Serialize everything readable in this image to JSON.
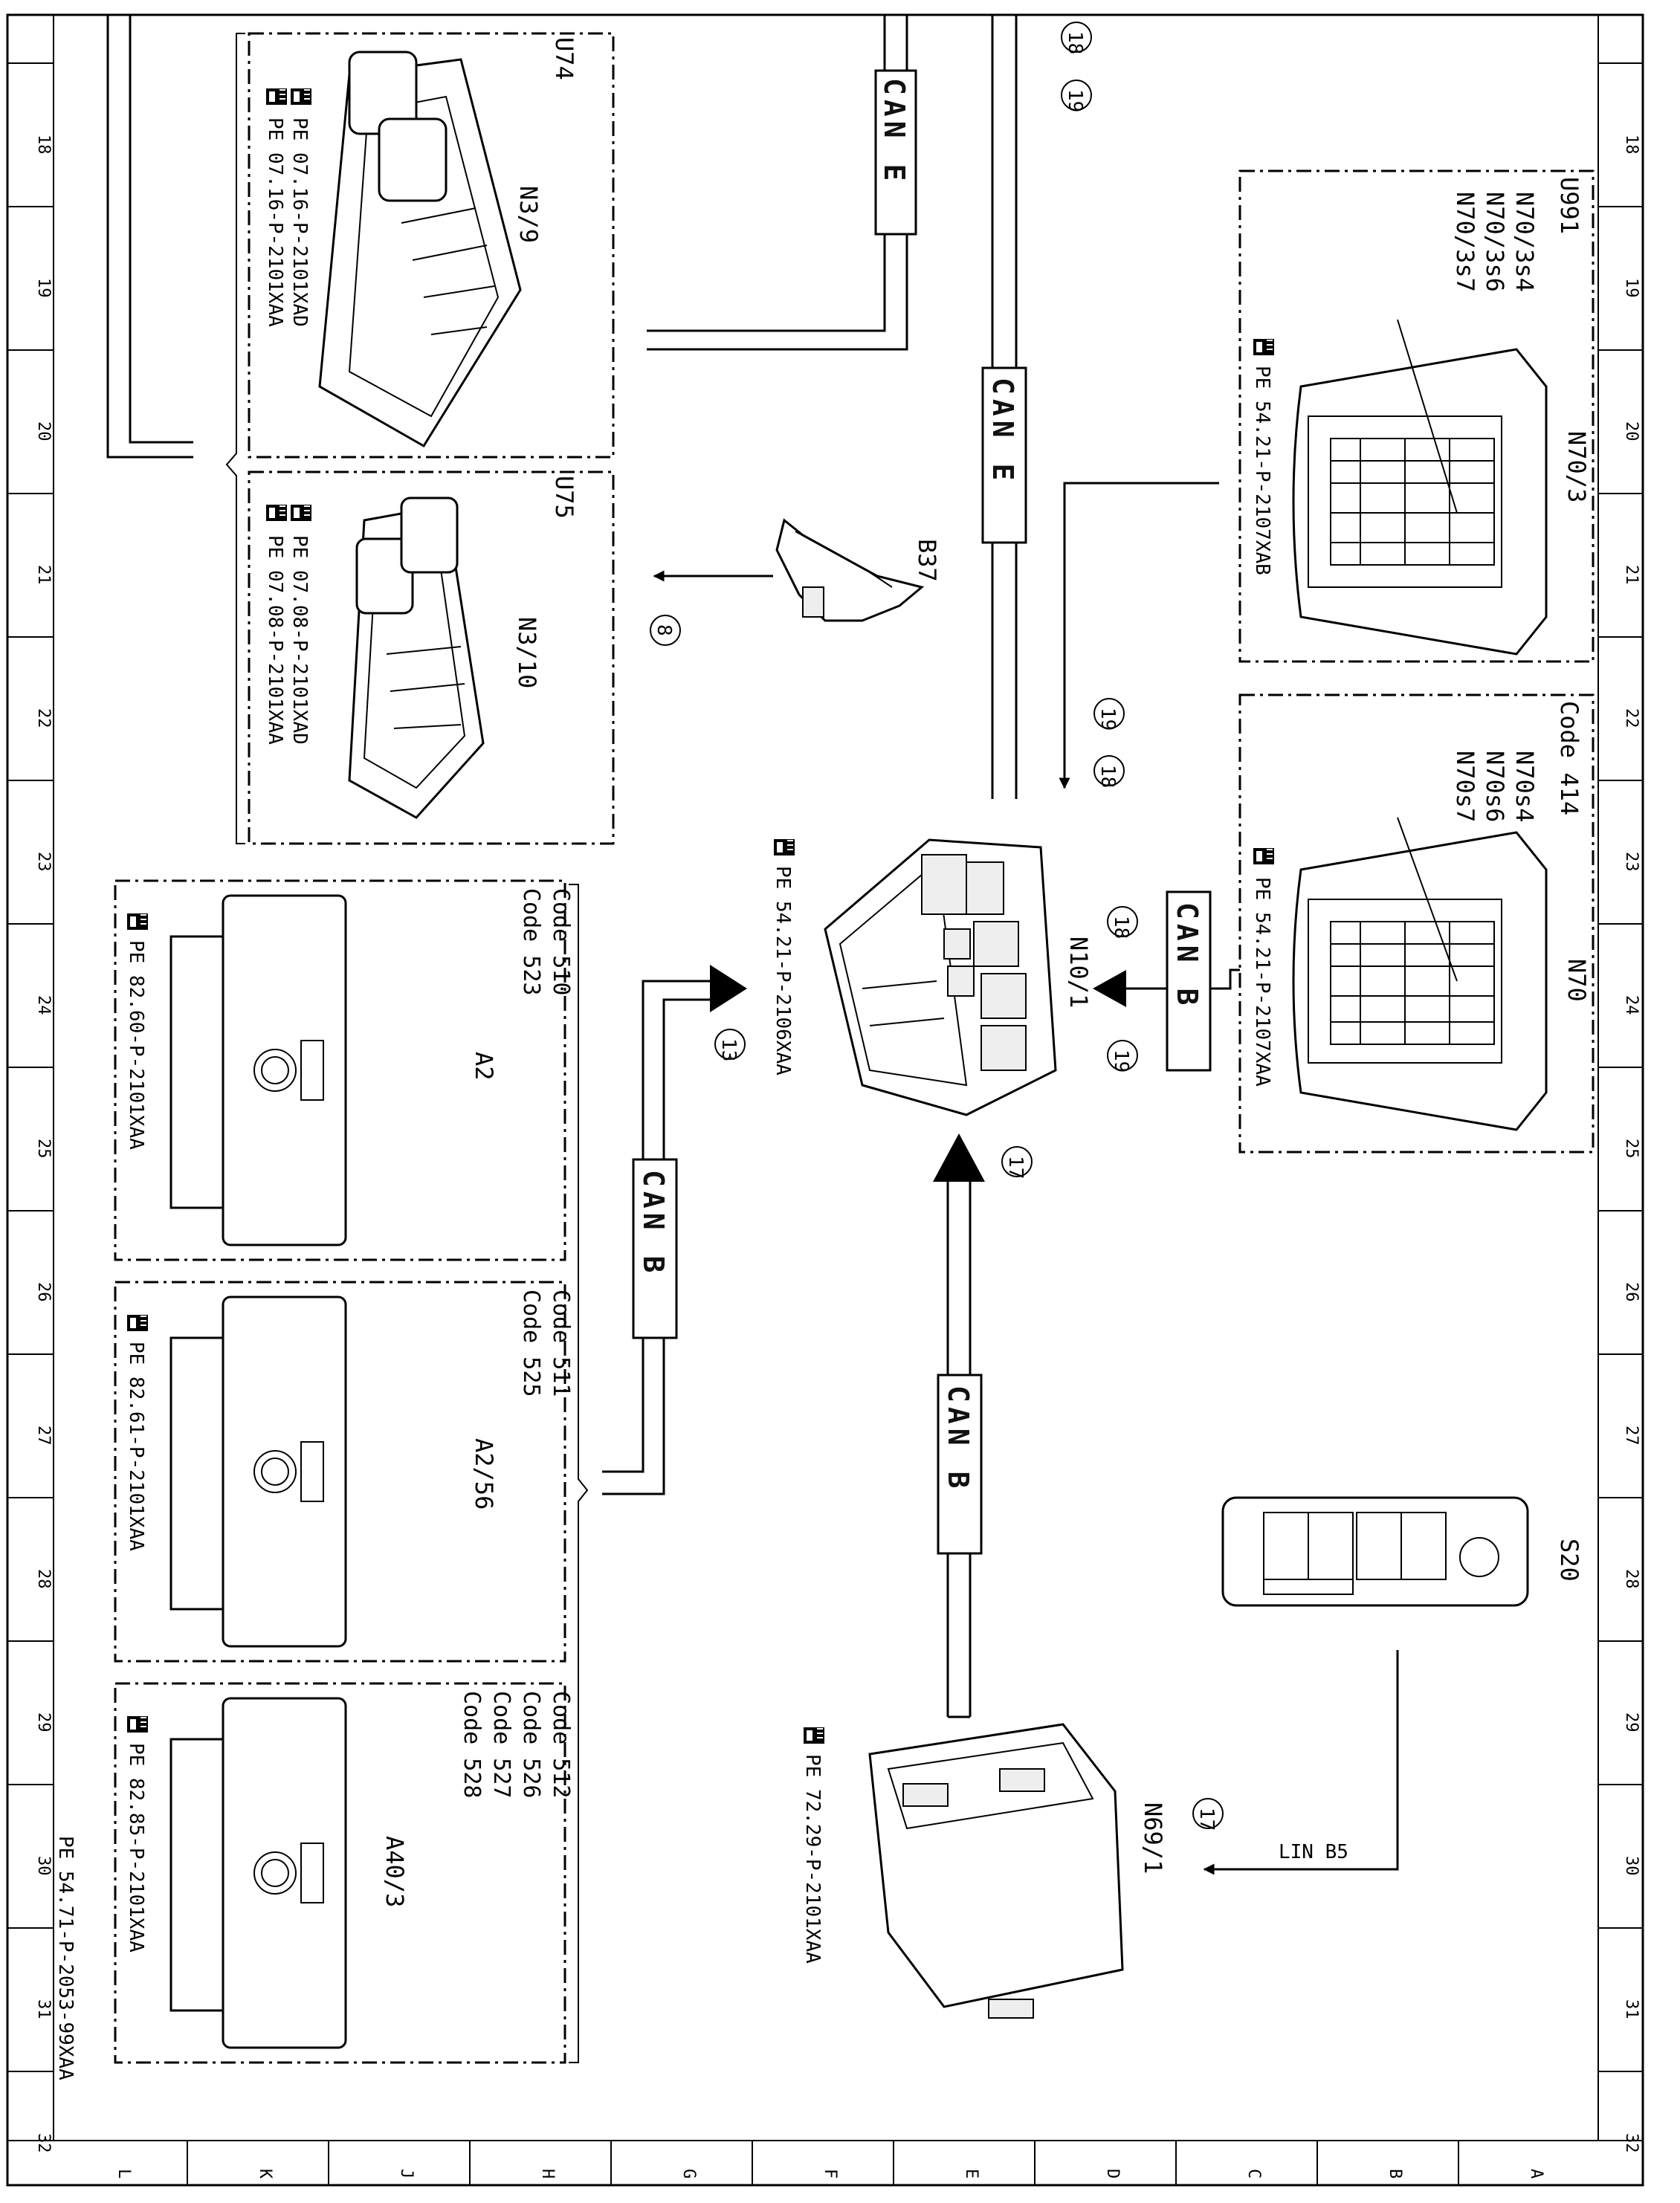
{
  "ruler": {
    "numbers": [
      "18",
      "19",
      "20",
      "21",
      "22",
      "23",
      "24",
      "25",
      "26",
      "27",
      "28",
      "29",
      "30",
      "31",
      "32"
    ],
    "letters": [
      "L",
      "K",
      "J",
      "H",
      "G",
      "F",
      "E",
      "D",
      "C",
      "B",
      "A"
    ]
  },
  "footer_ref": "PE 54.71-P-2053-99XAA",
  "groups": {
    "u74": "U74",
    "u75": "U75",
    "u991": "U991",
    "code414": "Code 414"
  },
  "components": {
    "n3_9": {
      "label": "N3/9",
      "refs": [
        "PE 07.16-P-2101XAA",
        "PE 07.16-P-2101XAD"
      ]
    },
    "n3_10": {
      "label": "N3/10",
      "refs": [
        "PE 07.08-P-2101XAA",
        "PE 07.08-P-2101XAD"
      ]
    },
    "n70_3": {
      "label": "N70/3",
      "parts": [
        "N70/3s4",
        "N70/3s6",
        "N70/3s7"
      ],
      "ref": "PE 54.21-P-2107XAB"
    },
    "n70": {
      "label": "N70",
      "parts": [
        "N70s4",
        "N70s6",
        "N70s7"
      ],
      "ref": "PE 54.21-P-2107XAA"
    },
    "b37": {
      "label": "B37"
    },
    "n10_1": {
      "label": "N10/1",
      "ref": "PE 54.21-P-2106XAA"
    },
    "a2": {
      "label": "A2",
      "codes": [
        "Code 510",
        "Code 523"
      ],
      "ref": "PE 82.60-P-2101XAA"
    },
    "a2_56": {
      "label": "A2/56",
      "codes": [
        "Code 511",
        "Code 525"
      ],
      "ref": "PE 82.61-P-2101XAA"
    },
    "a40_3": {
      "label": "A40/3",
      "codes": [
        "Code 512",
        "Code 526",
        "Code 527",
        "Code 528"
      ],
      "ref": "PE 82.85-P-2101XAA"
    },
    "s20": {
      "label": "S20"
    },
    "n69_1": {
      "label": "N69/1",
      "ref": "PE 72.29-P-2101XAA"
    }
  },
  "buses": {
    "can_e": "CAN E",
    "can_b": "CAN B",
    "lin_b5": "LIN B5"
  },
  "circle_refs": {
    "c18": "18",
    "c19": "19",
    "c8": "8",
    "c13": "13",
    "c17": "17"
  }
}
